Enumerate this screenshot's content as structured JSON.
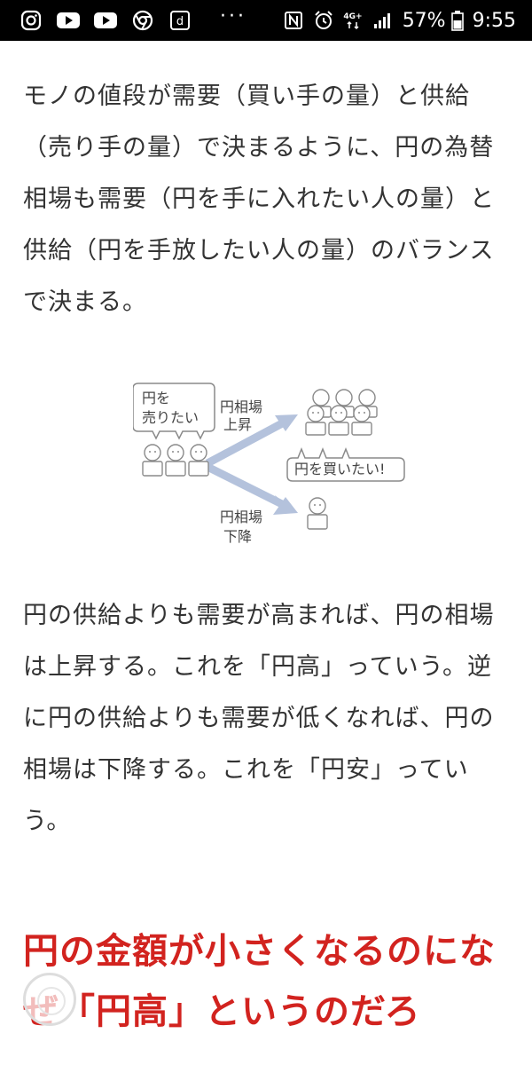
{
  "status_bar": {
    "battery_percent": "57%",
    "time": "9:55",
    "network_badge": "4G+",
    "left_icons": [
      "instagram-icon",
      "youtube-icon",
      "youtube-icon",
      "chrome-icon",
      "d-app-icon"
    ],
    "right_icons": [
      "nfc-icon",
      "alarm-icon",
      "signal-icon",
      "battery-icon"
    ],
    "more_notifications": "···"
  },
  "article": {
    "paragraph1": "モノの値段が需要（買い手の量）と供給（売り手の量）で決まるように、円の為替相場も需要（円を手に入れたい人の量）と供給（円を手放したい人の量）のバランスで決まる。",
    "paragraph2": "円の供給よりも需要が高まれば、円の相場は上昇する。これを「円高」っていう。逆に円の供給よりも需要が低くなれば、円の相場は下降する。これを「円安」っていう。",
    "heading": "円の金額が小さくなるのになぜ「円高」というのだろ"
  },
  "diagram": {
    "sell_bubble_line1": "円を",
    "sell_bubble_line2": "売りたい",
    "buy_bubble": "円を買いたい!",
    "up_label_line1": "円相場",
    "up_label_line2": "上昇",
    "down_label_line1": "円相場",
    "down_label_line2": "下降",
    "arrow_color": "#b4c2dc",
    "line_color": "#8a8a8a"
  },
  "colors": {
    "heading": "#d2231f",
    "body_text": "#333333",
    "status_bar_bg": "#000000"
  }
}
